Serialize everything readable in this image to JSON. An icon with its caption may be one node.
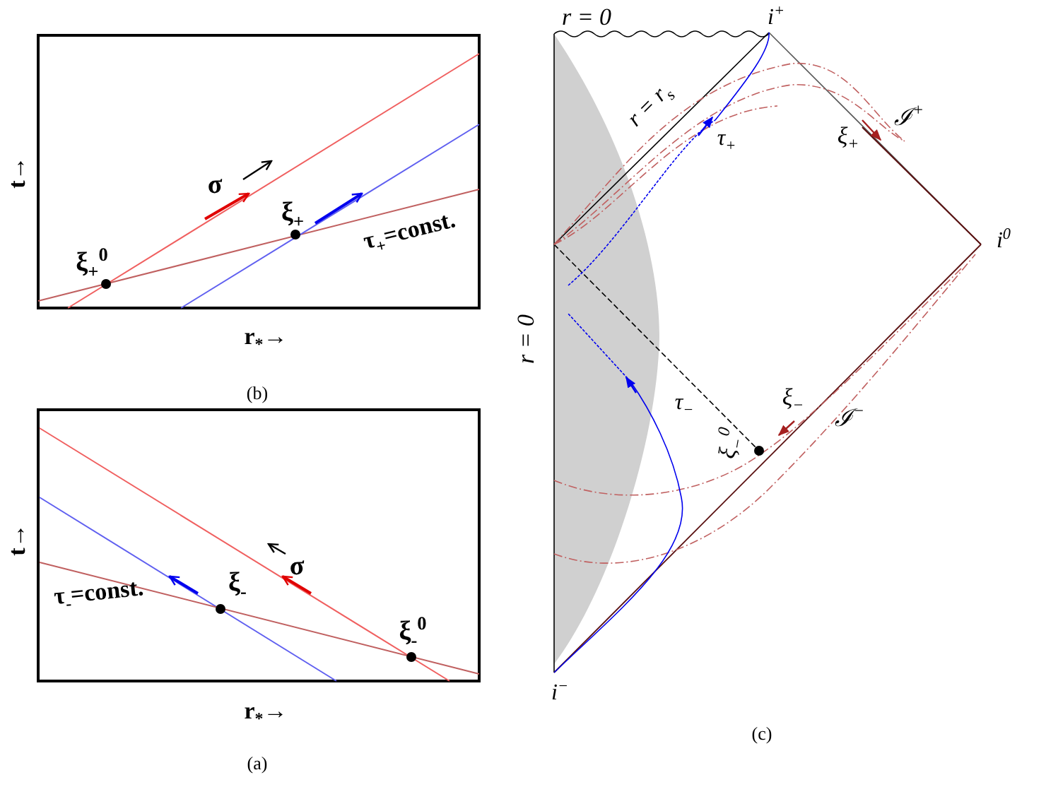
{
  "diagram": {
    "labels": [
      "t→",
      "σ",
      "ξ$_{+}$$^{0}$",
      "ξ$_{+}$",
      "τ$_{+}$=const.",
      "r$_{*}$→",
      "(b)",
      "r = 0",
      "i$^{+}$",
      "r = r$_{s}$",
      "τ$_{+}$",
      "ξ$_{+}$",
      "ℐ$^{+}$",
      "i$^{0}$",
      "r = 0",
      "τ$_{−}$",
      "ξ$_{−}$",
      "ℐ$^{−}$",
      "ξ$_{−}$$^{0}$",
      "i$^{−}$",
      "(c)",
      "t→",
      "σ",
      "ξ$_{-}$",
      "τ$_{-}$=const.",
      "ξ$_{-}$$^{0}$",
      "r$_{*}$→",
      "(a)"
    ]
  }
}
